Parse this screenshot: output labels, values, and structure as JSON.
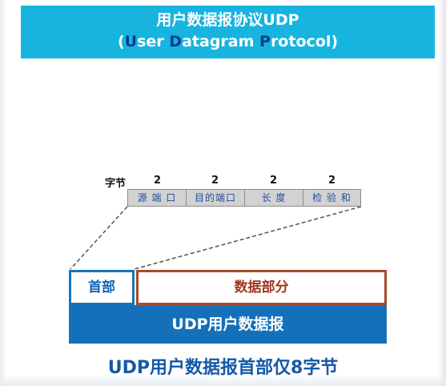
{
  "banner": {
    "title": "用户数据报协议UDP",
    "subtitle_open": "(",
    "subtitle_u": "U",
    "subtitle_ser": "ser ",
    "subtitle_d": "D",
    "subtitle_atagram": "atagram ",
    "subtitle_p": "P",
    "subtitle_rotocol": "rotocol)"
  },
  "header_fields": {
    "bytes_caption": "字节",
    "fields": [
      {
        "bytes": "2",
        "label": "源 端 口"
      },
      {
        "bytes": "2",
        "label": "目的端口"
      },
      {
        "bytes": "2",
        "label": "长 度"
      },
      {
        "bytes": "2",
        "label": "检 验 和"
      }
    ]
  },
  "datagram": {
    "header_label": "首部",
    "data_label": "数据部分",
    "bar_label": "UDP用户数据报"
  },
  "caption": "UDP用户数据报首部仅8字节",
  "colors": {
    "banner_bg": "#17b4e0",
    "banner_highlight": "#0a3d8f",
    "header_border": "#1475bd",
    "data_border": "#a84a2a",
    "bar_bg": "#1470b8",
    "caption": "#1459a8"
  }
}
